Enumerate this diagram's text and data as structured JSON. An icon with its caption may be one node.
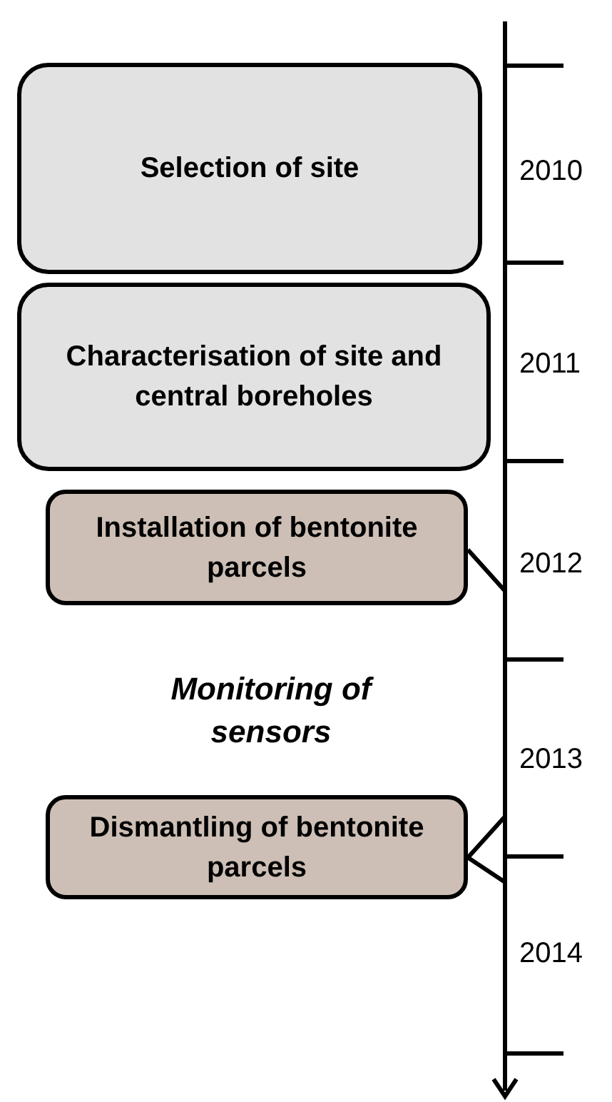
{
  "diagram": {
    "nodes": [
      {
        "text": [
          "Selection of site"
        ]
      },
      {
        "text": [
          "Characterisation of site and central boreholes"
        ]
      },
      {
        "text": [
          "Installation of bentonite parcels"
        ]
      },
      {
        "text": [
          "Dismantling of bentonite parcels"
        ]
      }
    ],
    "edges": [
      {
        "from": 2,
        "to": null,
        "arrow": "none"
      },
      {
        "from": 3,
        "to": null,
        "arrow": "none"
      },
      {
        "from": 3,
        "to": null,
        "arrow": "none"
      }
    ],
    "labels": [
      "2010",
      "2011",
      "2012",
      "Monitoring of sensors",
      "2013",
      "2014"
    ]
  }
}
